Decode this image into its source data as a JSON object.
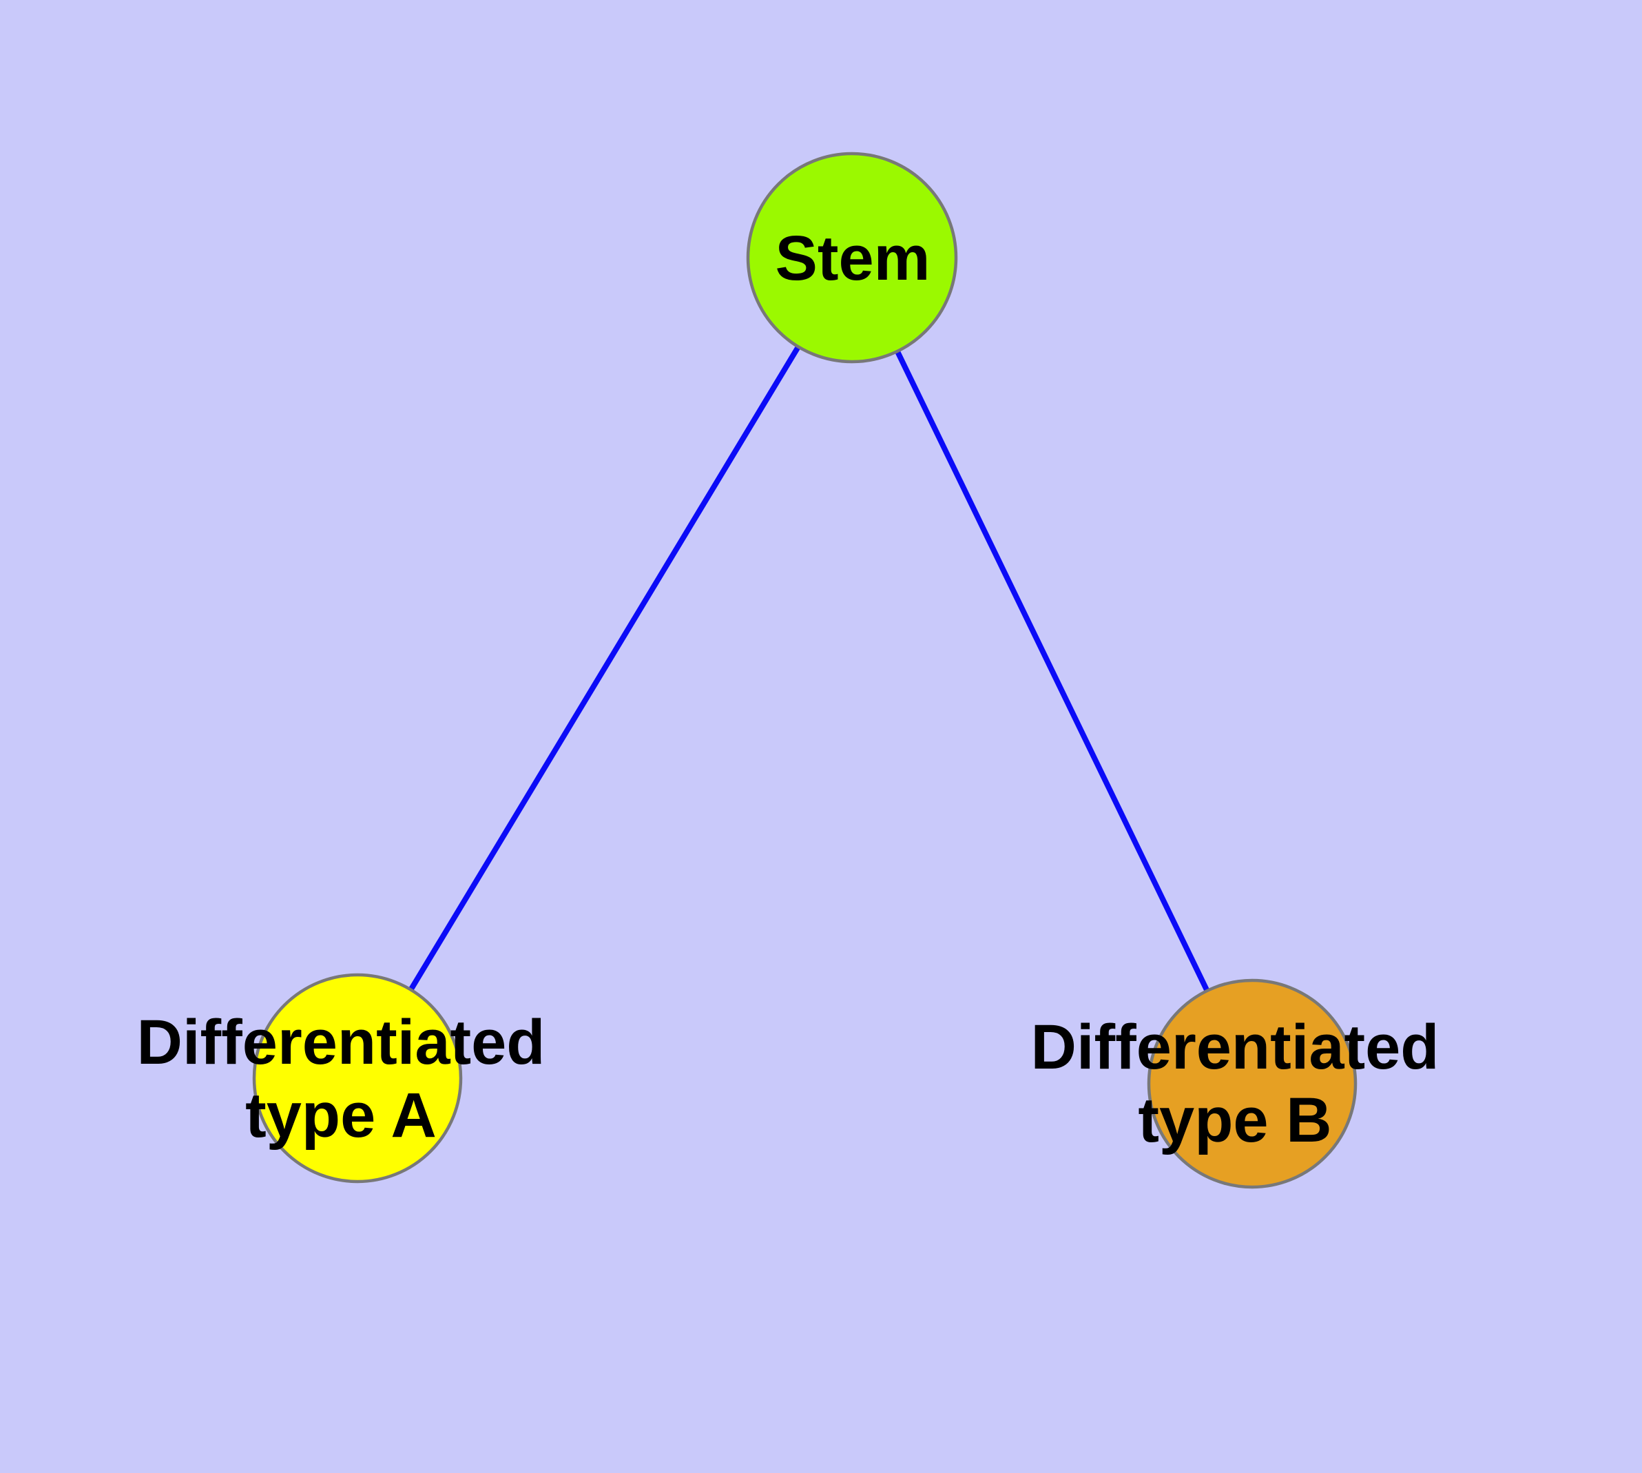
{
  "diagram": {
    "type": "graph",
    "background_color": "#c9c9fa",
    "edge_color": "#0b0bf7",
    "node_border_color": "#787878",
    "label_color": "#000000",
    "nodes": [
      {
        "id": "stem",
        "label": "Stem",
        "label_lines": [
          "Stem"
        ],
        "fill": "#9bf900"
      },
      {
        "id": "type-a",
        "label": "Differentiated type A",
        "label_lines": [
          "Differentiated",
          "type A"
        ],
        "fill": "#ffff00"
      },
      {
        "id": "type-b",
        "label": "Differentiated type B",
        "label_lines": [
          "Differentiated",
          "type B"
        ],
        "fill": "#e6a023"
      }
    ],
    "edges": [
      {
        "from": "Stem",
        "to": "Differentiated type A"
      },
      {
        "from": "Stem",
        "to": "Differentiated type B"
      }
    ]
  }
}
